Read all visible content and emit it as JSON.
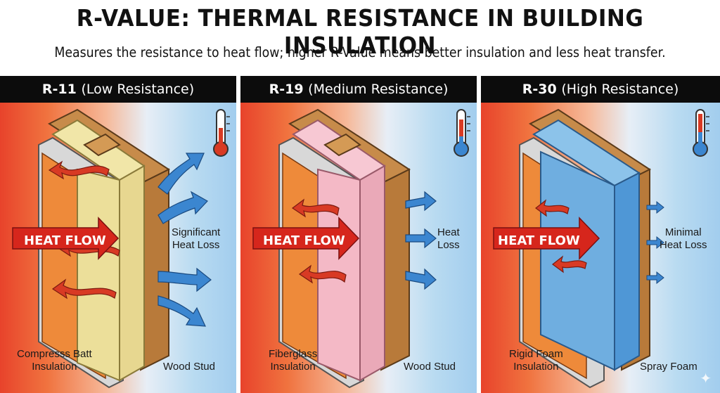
{
  "title": "R-VALUE: THERMAL RESISTANCE IN BUILDING INSULATION",
  "subtitle": "Measures the resistance to heat flow; higher R-Value means better insulation and less heat transfer.",
  "colors": {
    "hot": "#e8432b",
    "cold": "#a2cdee",
    "arrow_red": "#d83a24",
    "arrow_blue": "#3b86d0",
    "header_bg": "#0c0c0c"
  },
  "panels": [
    {
      "rating": "R-11",
      "resistance": "(Low Resistance)",
      "heat_flow_label": "HEAT FLOW",
      "loss_label_line1": "Significant",
      "loss_label_line2": "Heat Loss",
      "insulation_label_line1": "Compresss Batt",
      "insulation_label_line2": "Insulation",
      "stud_label": "Wood Stud",
      "insulation_color": "#ecdf9a",
      "icon": "thermometer-icon"
    },
    {
      "rating": "R-19",
      "resistance": "(Medium Resistance)",
      "heat_flow_label": "HEAT FLOW",
      "loss_label_line1": "Heat",
      "loss_label_line2": "Loss",
      "insulation_label_line1": "Fiberglass",
      "insulation_label_line2": "Insulation",
      "stud_label": "Wood Stud",
      "insulation_color": "#f4b9c6",
      "icon": "thermometer-icon"
    },
    {
      "rating": "R-30",
      "resistance": "(High Resistance)",
      "heat_flow_label": "HEAT FLOW",
      "loss_label_line1": "Minimal",
      "loss_label_line2": "Heat Loss",
      "insulation_label_line1": "Rigid Foam",
      "insulation_label_line2": "Insulation",
      "stud_label": "Spray Foam",
      "insulation_color": "#6faee0",
      "icon": "thermometer-icon"
    }
  ]
}
